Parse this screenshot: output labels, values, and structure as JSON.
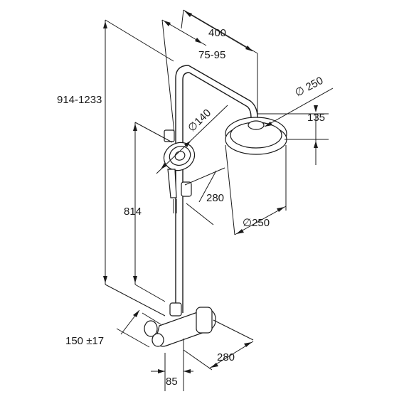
{
  "dimensions": {
    "overall_width": "400",
    "arm_reach": "75-95",
    "total_height": "914-1233",
    "rain_head_diameter_angled": "∅ 250",
    "rain_head_drop": "135",
    "hand_shower_diameter": "∅140",
    "hand_shower_projection": "280",
    "slider_height": "814",
    "rain_head_diameter": "∅250",
    "inlet_spacing": "150 ±17",
    "mixer_depth": "280",
    "wall_offset": "85"
  }
}
